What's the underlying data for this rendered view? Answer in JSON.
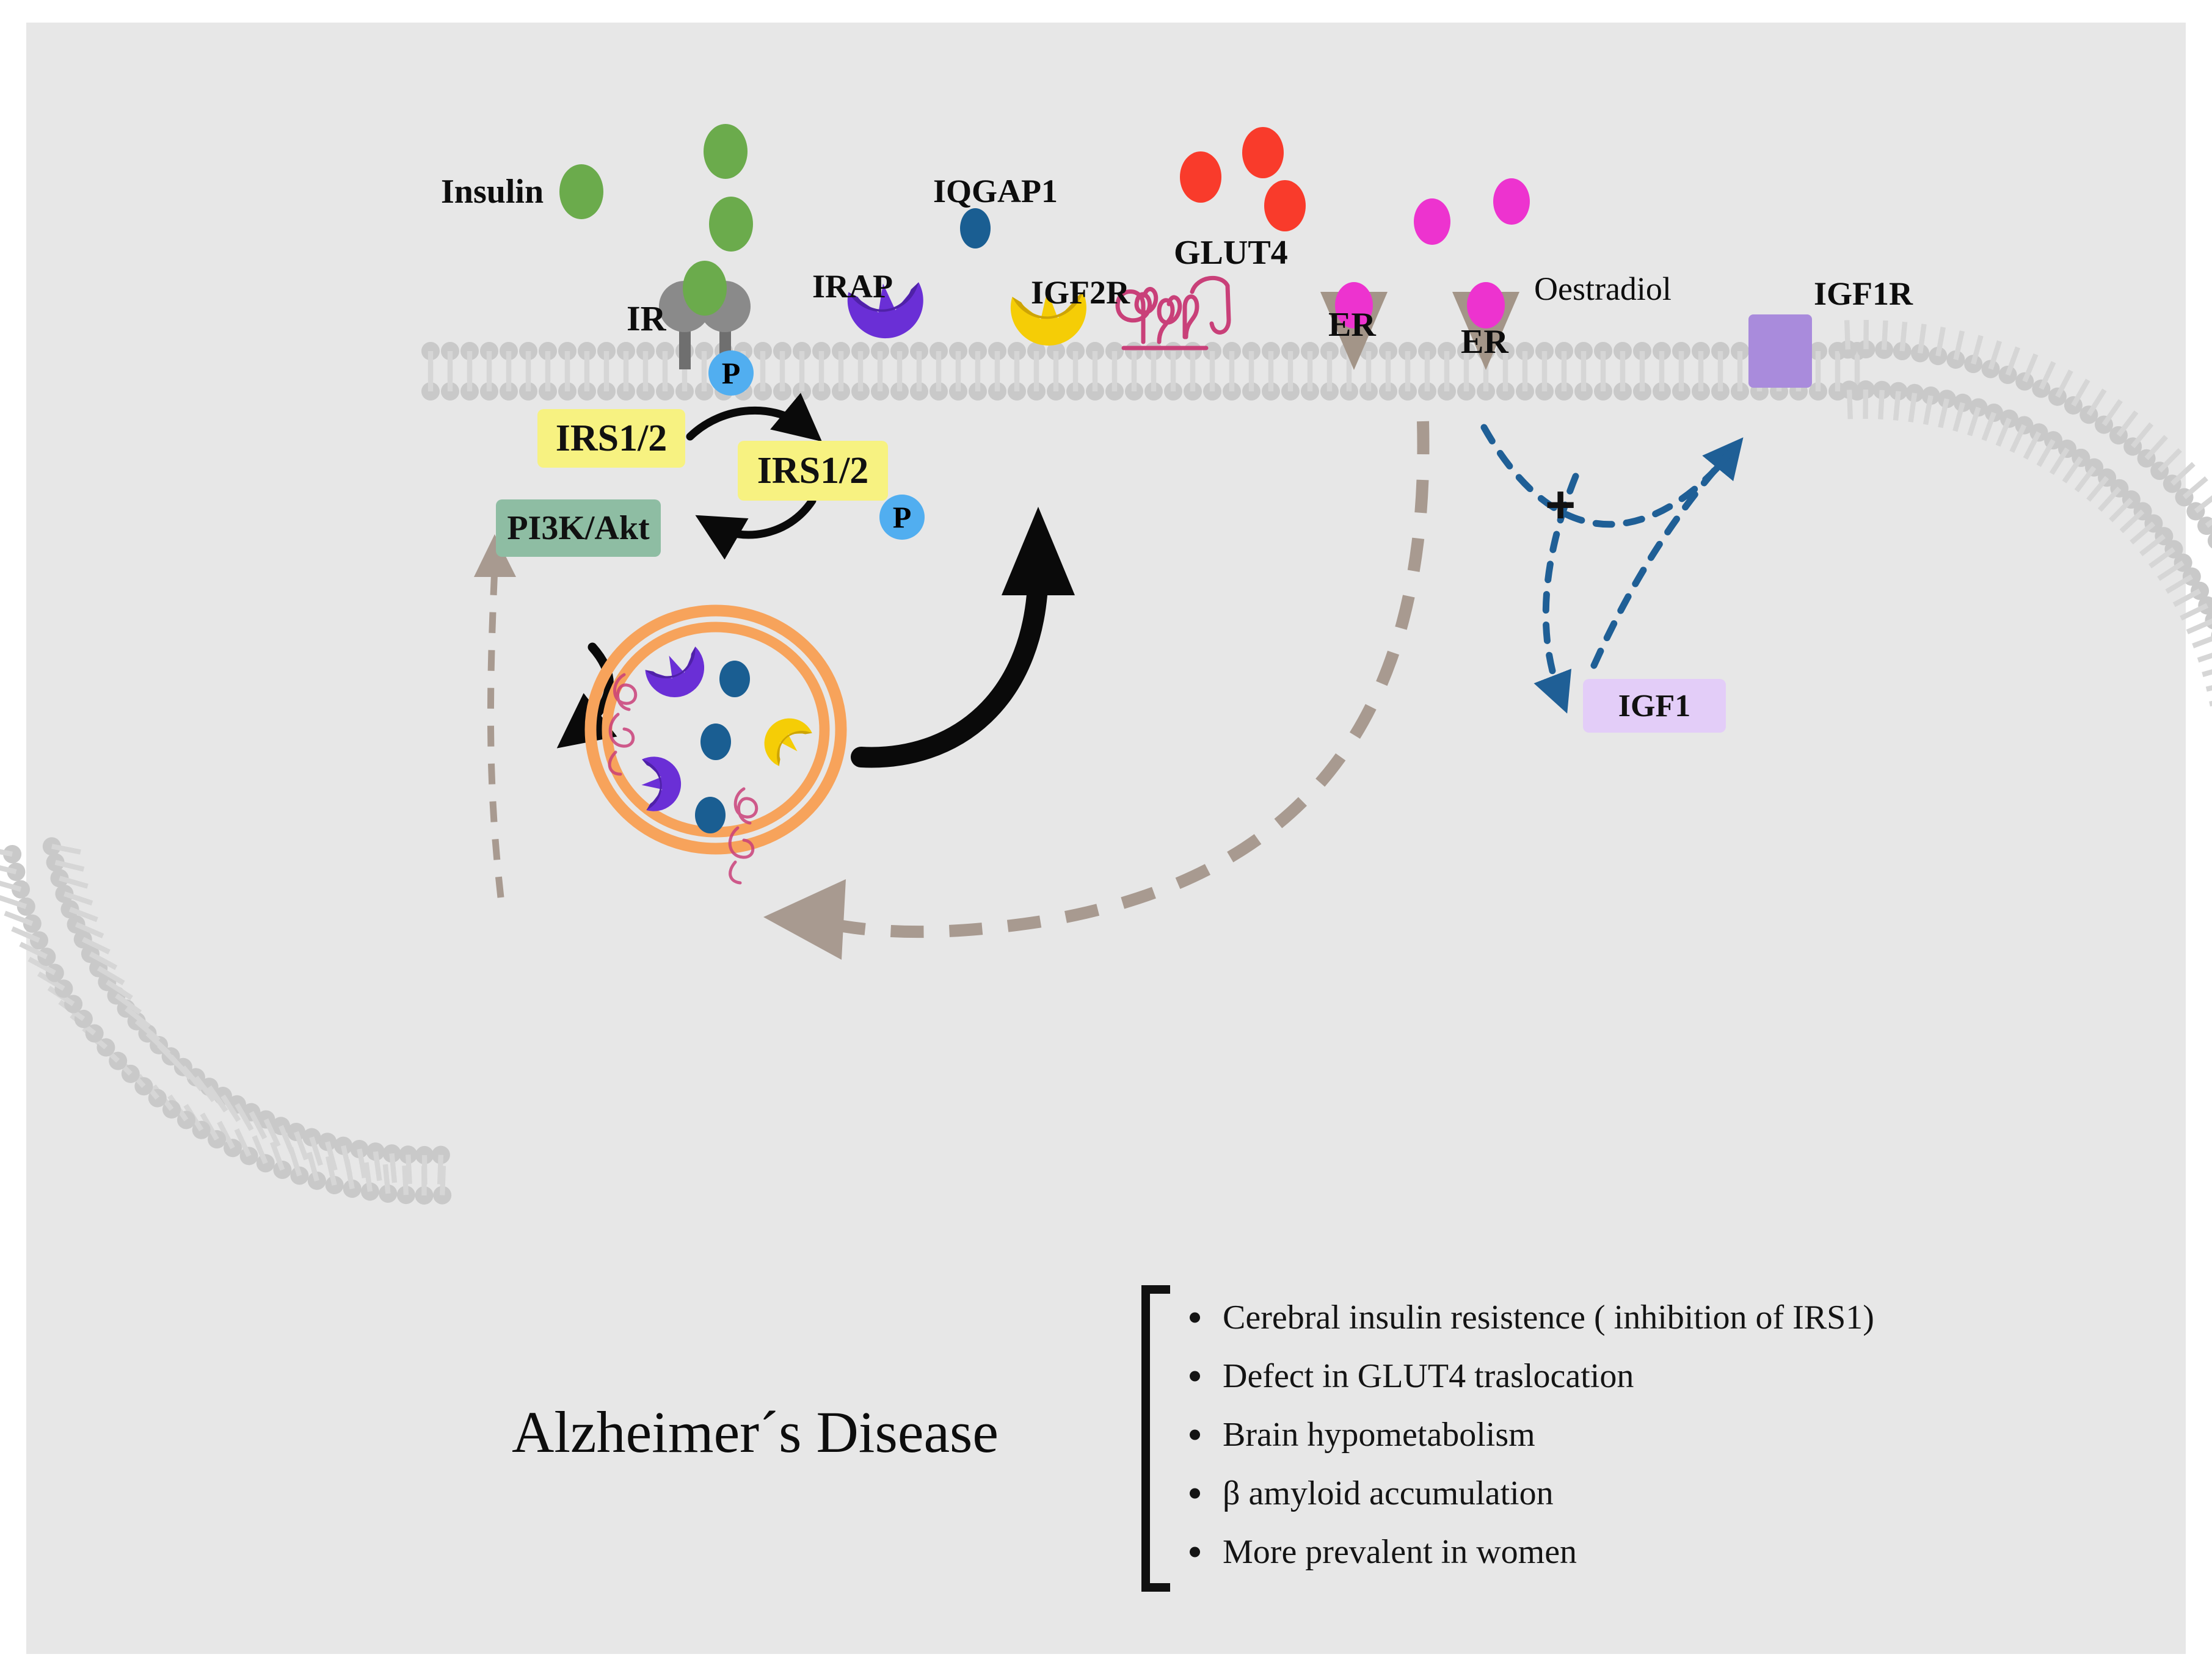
{
  "figure": {
    "background_color": "#e7e7e7",
    "page_color": "#ffffff"
  },
  "labels": {
    "insulin": "Insulin",
    "ir": "IR",
    "irap": "IRAP",
    "iqgap1": "IQGAP1",
    "igf2r": "IGF2R",
    "glut4": "GLUT4",
    "er_left": "ER",
    "er_right": "ER",
    "oestradiol": "Oestradiol",
    "igf1r": "IGF1R",
    "plus_sign": "+"
  },
  "boxes": {
    "irs_unphos": {
      "text": "IRS1/2",
      "color": "#f7f281"
    },
    "irs_phos": {
      "text": "IRS1/2",
      "color": "#f7f281"
    },
    "pi3k_akt": {
      "text": "PI3K/Akt",
      "color": "#8ebda3"
    },
    "igf1": {
      "text": "IGF1",
      "color": "#e3cdf8"
    }
  },
  "badges": {
    "phospho_membrane": {
      "text": "P",
      "color": "#51aef0"
    },
    "phospho_irs": {
      "text": "P",
      "color": "#51aef0"
    }
  },
  "molecule_colors": {
    "insulin_green": "#6bab4c",
    "iqgap1_blue": "#1a5e92",
    "glut4_red": "#f93b2b",
    "oestradiol_magenta": "#ed33cf",
    "irap_purple": "#6a2fd6",
    "igf2r_yellow": "#f5cd06",
    "glut4_squiggle_pink": "#c94079",
    "igf1r_lilac": "#a98bdc",
    "vesicle_orange": "#f7a35b",
    "receptor_gray": "#6f6f6f",
    "er_taupe": "#a39588",
    "membrane_gray": "#c9c9c9",
    "dashed_arrow_taupe": "#a89a90",
    "dashed_arrow_blue": "#1f5f96"
  },
  "footer": {
    "disease_title": "Alzheimer´s Disease",
    "bullets": [
      "Cerebral insulin resistence ( inhibition of IRS1)",
      "Defect in GLUT4 traslocation",
      "Brain hypometabolism",
      "β amyloid accumulation",
      "More prevalent in women"
    ]
  }
}
